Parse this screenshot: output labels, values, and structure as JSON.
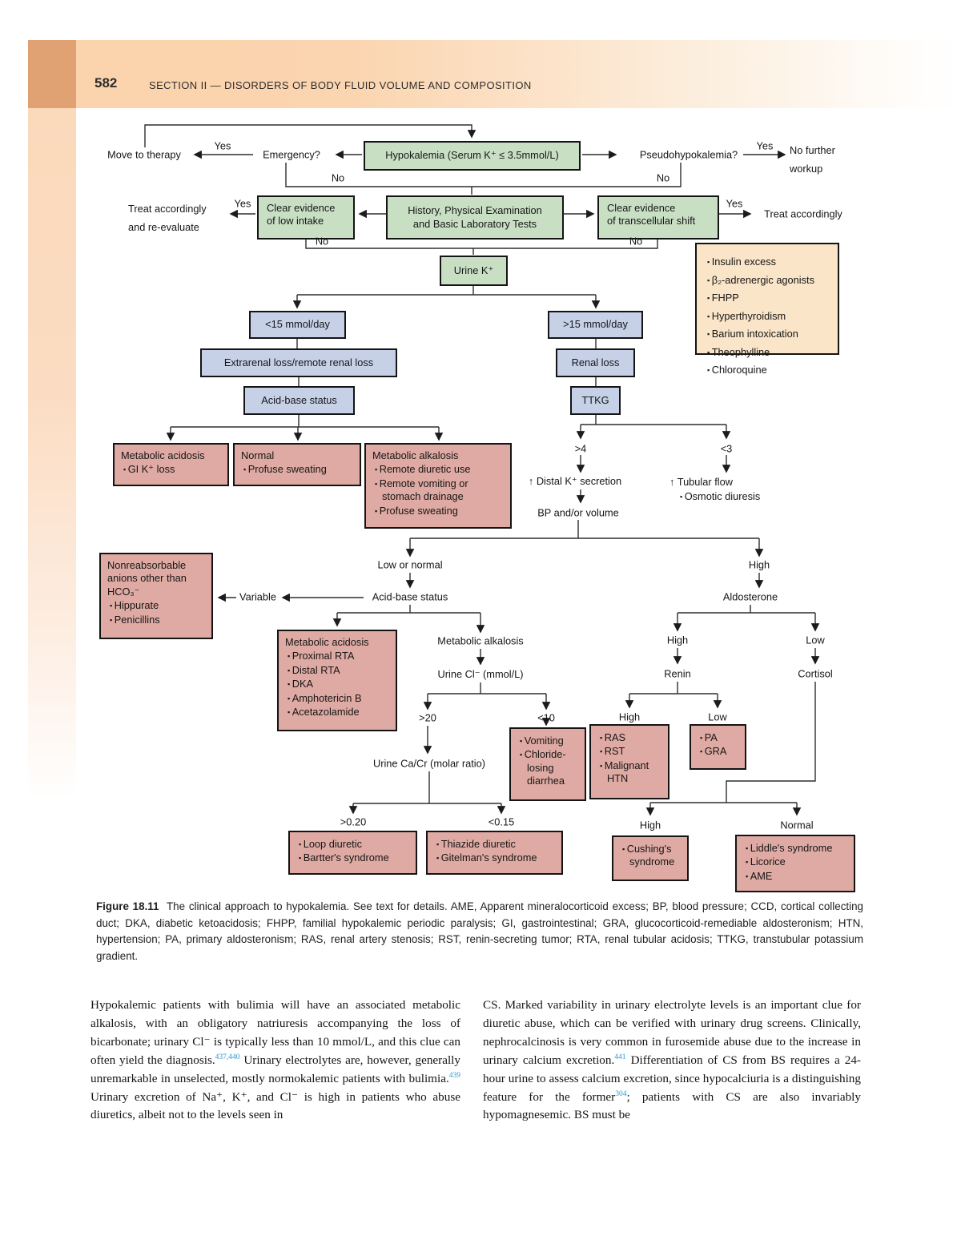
{
  "page": {
    "number": "582",
    "header": "SECTION II — DISORDERS OF BODY FLUID VOLUME AND COMPOSITION"
  },
  "labels": {
    "yes": "Yes",
    "no": "No"
  },
  "chart": {
    "hypokalemia": "Hypokalemia (Serum K⁺ ≤ 3.5mmol/L)",
    "move_to_therapy": "Move to therapy",
    "emergency": "Emergency?",
    "pseudohypokalemia": "Pseudohypokalemia?",
    "no_further_workup_1": "No further",
    "no_further_workup_2": "workup",
    "treat_and_reevaluate_1": "Treat accordingly",
    "treat_and_reevaluate_2": "and re-evaluate",
    "clear_low_intake_1": "Clear evidence",
    "clear_low_intake_2": "of low intake",
    "history_exam_1": "History, Physical Examination",
    "history_exam_2": "and Basic Laboratory Tests",
    "clear_transcellular_1": "Clear evidence",
    "clear_transcellular_2": "of transcellular shift",
    "treat_accordingly": "Treat accordingly",
    "transcellular_causes": [
      "Insulin excess",
      "β₂-adrenergic agonists",
      "FHPP",
      "Hyperthyroidism",
      "Barium intoxication",
      "Theophylline",
      "Chloroquine"
    ],
    "urine_k": "Urine K⁺",
    "lt15": "<15 mmol/day",
    "gt15": ">15 mmol/day",
    "extrarenal_loss": "Extrarenal loss/remote renal loss",
    "renal_loss": "Renal loss",
    "acid_base_status": "Acid-base status",
    "ttkg": "TTKG",
    "metabolic_acidosis_1": {
      "title": "Metabolic acidosis",
      "items": [
        "GI K⁺ loss"
      ]
    },
    "normal_status": {
      "title": "Normal",
      "items": [
        "Profuse sweating"
      ]
    },
    "metabolic_alkalosis_1": {
      "title": "Metabolic alkalosis",
      "items": [
        "Remote diuretic use",
        "Remote vomiting or stomach drainage",
        "Profuse sweating"
      ]
    },
    "gt4": ">4",
    "lt3": "<3",
    "distal_k_secretion": "↑ Distal K⁺ secretion",
    "tubular_flow": {
      "title": "↑ Tubular flow",
      "items": [
        "Osmotic diuresis"
      ]
    },
    "bp_volume": "BP and/or volume",
    "low_or_normal": "Low or normal",
    "high": "High",
    "low": "Low",
    "normal": "Normal",
    "acid_base_status_2": "Acid-base status",
    "variable": "Variable",
    "nonreabsorbable": {
      "title": "Nonreabsorbable anions other than HCO₃⁻",
      "items": [
        "Hippurate",
        "Penicillins"
      ]
    },
    "aldosterone": "Aldosterone",
    "metabolic_acidosis_2": {
      "title": "Metabolic acidosis",
      "items": [
        "Proximal RTA",
        "Distal RTA",
        "DKA",
        "Amphotericin B",
        "Acetazolamide"
      ]
    },
    "metabolic_alkalosis_2": "Metabolic alkalosis",
    "urine_cl": "Urine Cl⁻ (mmol/L)",
    "gt20": ">20",
    "lt10": "<10",
    "urine_cacr": "Urine Ca/Cr (molar ratio)",
    "vomiting_diarrhea": {
      "items": [
        "Vomiting",
        "Chloride-losing diarrhea"
      ]
    },
    "renin": "Renin",
    "cortisol": "Cortisol",
    "ras_rst_htn": {
      "items": [
        "RAS",
        "RST",
        "Malignant HTN"
      ]
    },
    "pa_gra": {
      "items": [
        "PA",
        "GRA"
      ]
    },
    "gt020": ">0.20",
    "lt015": "<0.15",
    "loop_bartter": {
      "items": [
        "Loop diuretic",
        "Bartter's syndrome"
      ]
    },
    "thiazide_gitelman": {
      "items": [
        "Thiazide diuretic",
        "Gitelman's syndrome"
      ]
    },
    "cushings": {
      "items": [
        "Cushing's syndrome"
      ]
    },
    "liddle": {
      "items": [
        "Liddle's syndrome",
        "Licorice",
        "AME"
      ]
    }
  },
  "caption": {
    "label": "Figure 18.11",
    "text": "The clinical approach to hypokalemia. See text for details. AME, Apparent mineralocorticoid excess; BP, blood pressure; CCD, cortical collecting duct; DKA, diabetic ketoacidosis; FHPP, familial hypokalemic periodic paralysis; GI, gastrointestinal; GRA, glucocorticoid-remediable aldosteronism; HTN, hypertension; PA, primary aldosteronism; RAS, renal artery stenosis; RST, renin-secreting tumor; RTA, renal tubular acidosis; TTKG, transtubular potassium gradient."
  },
  "body": {
    "left": {
      "seg1": "Hypokalemic patients with bulimia will have an associated metabolic alkalosis, with an obligatory natriuresis accompanying the loss of bicarbonate; urinary Cl⁻ is typically less than 10 mmol/L, and this clue can often yield the diagnosis.",
      "ref1": "437,440",
      "seg2": " Urinary electrolytes are, however, generally unremarkable in unselected, mostly normokalemic patients with bulimia.",
      "ref2": "439",
      "seg3": " Urinary excretion of Na⁺, K⁺, and Cl⁻ is high in patients who abuse diuretics, albeit not to the levels seen in"
    },
    "right": {
      "seg1": "CS. Marked variability in urinary electrolyte levels is an important clue for diuretic abuse, which can be verified with urinary drug screens. Clinically, nephrocalcinosis is very common in furosemide abuse due to the increase in urinary calcium excretion.",
      "ref1": "441",
      "seg2": " Differentiation of CS from BS requires a 24-hour urine to assess calcium excretion, since hypocalciuria is a distinguishing feature for the former",
      "ref2": "304",
      "seg3": "; patients with CS are also invariably hypomagnesemic. BS must be"
    }
  },
  "colors": {
    "green_box": "#c8dfc4",
    "blue_box": "#c6d1e8",
    "pink_box": "#dfaaa3",
    "tan_box": "#fae5c8",
    "band_orange": "#fbd3ac",
    "band_dark": "#e0a173",
    "reference_blue": "#2798d1"
  }
}
